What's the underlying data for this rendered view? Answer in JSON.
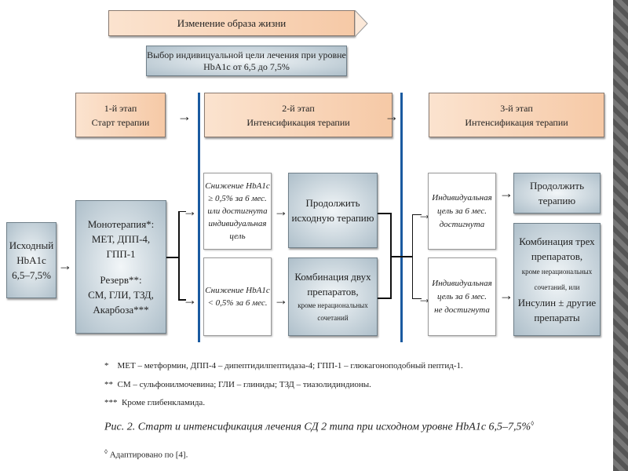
{
  "lifestyle": "Изменение образа жизни",
  "goal": "Выбор индивицуальной цели лечения при уровне HbA1c от 6,5 до 7,5%",
  "stages": [
    {
      "l1": "1-й этап",
      "l2": "Старт терапии"
    },
    {
      "l1": "2-й этап",
      "l2": "Интенсификация терапии"
    },
    {
      "l1": "3-й этап",
      "l2": "Интенсификация терапии"
    }
  ],
  "initial": [
    "Исходный",
    "HbA1c",
    "6,5–7,5%"
  ],
  "mono": {
    "l1": "Монотерапия*:",
    "l2": "МЕТ, ДПП-4, ГПП-1",
    "l3": "Резерв**:",
    "l4": "СМ, ГЛИ, ТЗД,",
    "l5": "Акарбоза***"
  },
  "cond2": [
    [
      "Снижение HbA1c",
      "≥ 0,5% за 6 мес.",
      "или достигнута",
      "индивидуальная",
      "цель"
    ],
    [
      "Снижение HbA1c",
      "< 0,5% за 6 мес."
    ]
  ],
  "res2": {
    "a": [
      "Продолжить",
      "исходную терапию"
    ],
    "b": [
      "Комбинация двух",
      "препаратов,"
    ],
    "b_small": [
      "кроме нерациональных",
      "сочетаний"
    ]
  },
  "cond3": [
    [
      "Индивидуальная",
      "цель за 6 мес.",
      "достигнута"
    ],
    [
      "Индивидуальная",
      "цель за 6 мес.",
      "не достигнута"
    ]
  ],
  "res3": {
    "a": [
      "Продолжить",
      "терапию"
    ],
    "b1": [
      "Комбинация трех",
      "препаратов,"
    ],
    "b_small": [
      "кроме нерациональных",
      "сочетаний, или"
    ],
    "b2": [
      "Инсулин ± другие",
      "препараты"
    ]
  },
  "arrow": "→",
  "footnotes": [
    "*    МЕТ – метформин, ДПП-4 – дипептидилпептидаза-4; ГПП-1 – глюкагоноподобный пептид-1.",
    "**  СМ – сульфонилмочевина; ГЛИ – глиниды; ТЗД – тиазолидиндионы.",
    "***  Кроме глибенкламида."
  ],
  "caption": "Рис. 2. Старт и интенсификация лечения СД 2 типа при исходном уровне HbA1c 6,5–7,5%",
  "caption_mark": "◊",
  "adapted": "Адаптировано по [4]."
}
